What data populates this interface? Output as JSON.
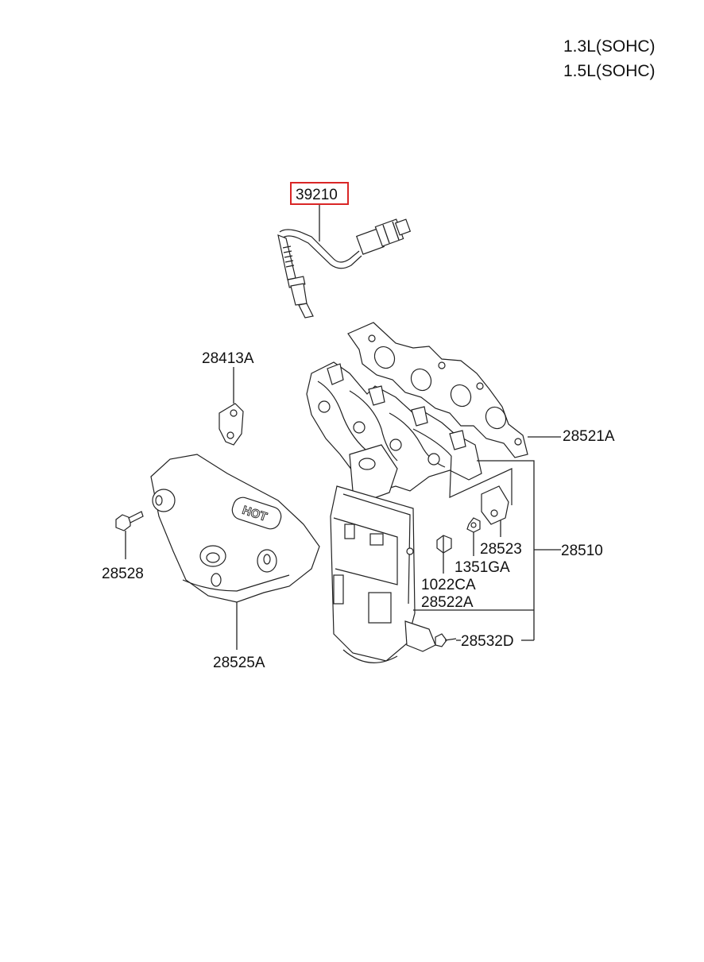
{
  "engine": {
    "line1": "1.3L(SOHC)",
    "line2": "1.5L(SOHC)"
  },
  "parts": {
    "sensor": "39210",
    "bracket": "28413A",
    "gasket": "28521A",
    "manifold": "28510",
    "heat_shield": "28525A",
    "shield_bolt": "28528",
    "stay": "28523",
    "washer": "1351GA",
    "nut": "1022CA",
    "stay_bolt": "28522A",
    "lower_bolt": "28532D",
    "shield_embossing": "HOT"
  },
  "colors": {
    "highlight": "#d92626",
    "line": "#222222"
  }
}
